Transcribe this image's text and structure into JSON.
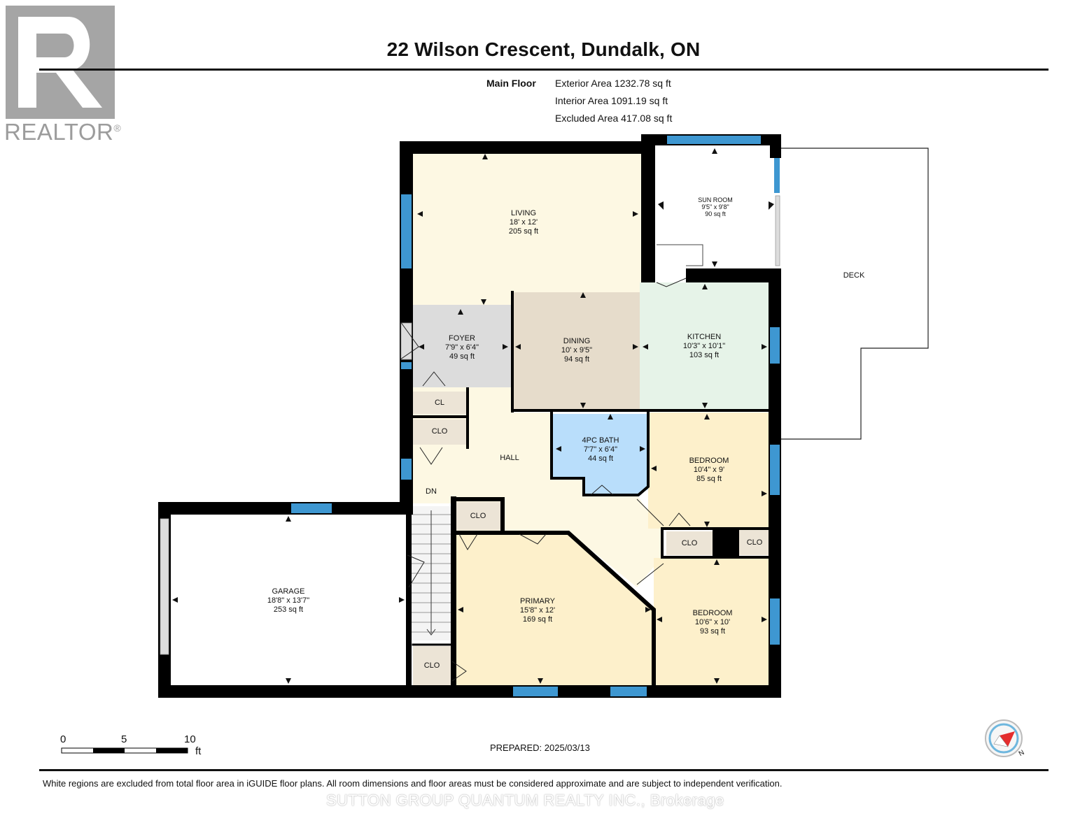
{
  "header": {
    "address": "22 Wilson Crescent, Dundalk, ON",
    "floor_label": "Main Floor",
    "areas": [
      "Exterior Area 1232.78 sq ft",
      "Interior Area 1091.19 sq ft",
      "Excluded Area 417.08 sq ft"
    ]
  },
  "logo": {
    "text": "REALTOR",
    "mark": "®"
  },
  "rooms": {
    "living": {
      "name": "LIVING",
      "dims": "18' x 12'",
      "area": "205 sq ft"
    },
    "sun_room": {
      "name": "SUN ROOM",
      "dims": "9'5\" x 9'8\"",
      "area": "90 sq ft"
    },
    "deck": {
      "name": "DECK"
    },
    "foyer": {
      "name": "FOYER",
      "dims": "7'9\" x 6'4\"",
      "area": "49 sq ft"
    },
    "dining": {
      "name": "DINING",
      "dims": "10' x 9'5\"",
      "area": "94 sq ft"
    },
    "kitchen": {
      "name": "KITCHEN",
      "dims": "10'3\" x 10'1\"",
      "area": "103 sq ft"
    },
    "bath": {
      "name": "4PC BATH",
      "dims": "7'7\" x 6'4\"",
      "area": "44 sq ft"
    },
    "bedroom1": {
      "name": "BEDROOM",
      "dims": "10'4\" x 9'",
      "area": "85 sq ft"
    },
    "hall": {
      "name": "HALL"
    },
    "stairs": {
      "name": "DN"
    },
    "garage": {
      "name": "GARAGE",
      "dims": "18'8\" x 13'7\"",
      "area": "253 sq ft"
    },
    "primary": {
      "name": "PRIMARY",
      "dims": "15'8\" x 12'",
      "area": "169 sq ft"
    },
    "bedroom2": {
      "name": "BEDROOM",
      "dims": "10'6\" x 10'",
      "area": "93 sq ft"
    }
  },
  "closets": {
    "cl": "CL",
    "clo": "CLO"
  },
  "scale": {
    "ticks": [
      "0",
      "5",
      "10"
    ],
    "unit": "ft"
  },
  "footer": {
    "prepared": "PREPARED: 2025/03/13",
    "disclaimer": "White regions are excluded from total floor area in iGUIDE floor plans. All room dimensions and floor areas must be considered approximate and are subject to independent verification.",
    "brokerage": "SUTTON GROUP QUANTUM REALTY INC., Brokerage"
  },
  "colors": {
    "living": "#fdf8e3",
    "foyer": "#dcdcdc",
    "dining": "#e6dccb",
    "kitchen": "#e6f3e8",
    "bath": "#b9defb",
    "bedroom": "#fdf0cb",
    "hall": "#fdf8e3",
    "primary": "#fdf0cb",
    "closet": "#ece4d6",
    "window": "#3e97d1",
    "wall": "#000000"
  }
}
